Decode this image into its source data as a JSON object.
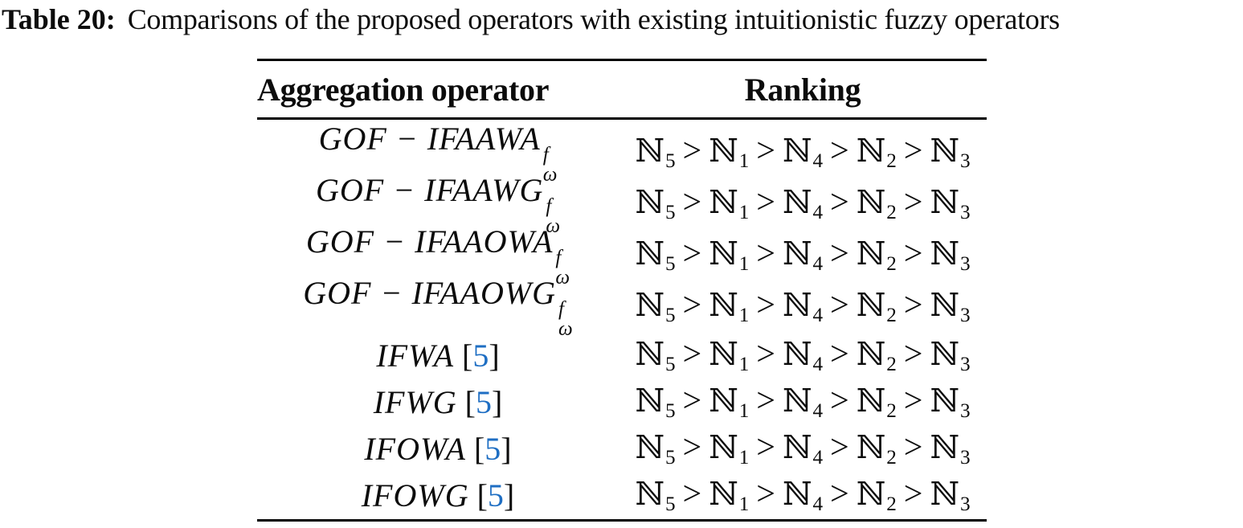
{
  "title": {
    "label": "Table 20:",
    "text": "Comparisons of the proposed operators with existing intuitionistic fuzzy operators"
  },
  "table": {
    "headers": {
      "operator": "Aggregation operator",
      "ranking": "Ranking"
    },
    "set_symbol": "ℕ",
    "gt": ">",
    "cite_open": "[",
    "cite_close": "]",
    "rows": [
      {
        "name": "GOF − IFAAWA",
        "sup": "f",
        "sub": "ω",
        "cite": null,
        "ranking": [
          "5",
          "1",
          "4",
          "2",
          "3"
        ]
      },
      {
        "name": "GOF − IFAAWG",
        "sup": "f",
        "sub": "ω",
        "cite": null,
        "ranking": [
          "5",
          "1",
          "4",
          "2",
          "3"
        ]
      },
      {
        "name": "GOF − IFAAOWA",
        "sup": "f",
        "sub": "ω",
        "cite": null,
        "ranking": [
          "5",
          "1",
          "4",
          "2",
          "3"
        ]
      },
      {
        "name": "GOF − IFAAOWG",
        "sup": "f",
        "sub": "ω",
        "cite": null,
        "ranking": [
          "5",
          "1",
          "4",
          "2",
          "3"
        ]
      },
      {
        "name": "IFWA",
        "sup": null,
        "sub": null,
        "cite": "5",
        "ranking": [
          "5",
          "1",
          "4",
          "2",
          "3"
        ]
      },
      {
        "name": "IFWG",
        "sup": null,
        "sub": null,
        "cite": "5",
        "ranking": [
          "5",
          "1",
          "4",
          "2",
          "3"
        ]
      },
      {
        "name": "IFOWA",
        "sup": null,
        "sub": null,
        "cite": "5",
        "ranking": [
          "5",
          "1",
          "4",
          "2",
          "3"
        ]
      },
      {
        "name": "IFOWG",
        "sup": null,
        "sub": null,
        "cite": "5",
        "ranking": [
          "5",
          "1",
          "4",
          "2",
          "3"
        ]
      }
    ]
  },
  "colors": {
    "text": "#0c0c0c",
    "rule": "#000000",
    "citation_blue": "#1e6ec3"
  }
}
